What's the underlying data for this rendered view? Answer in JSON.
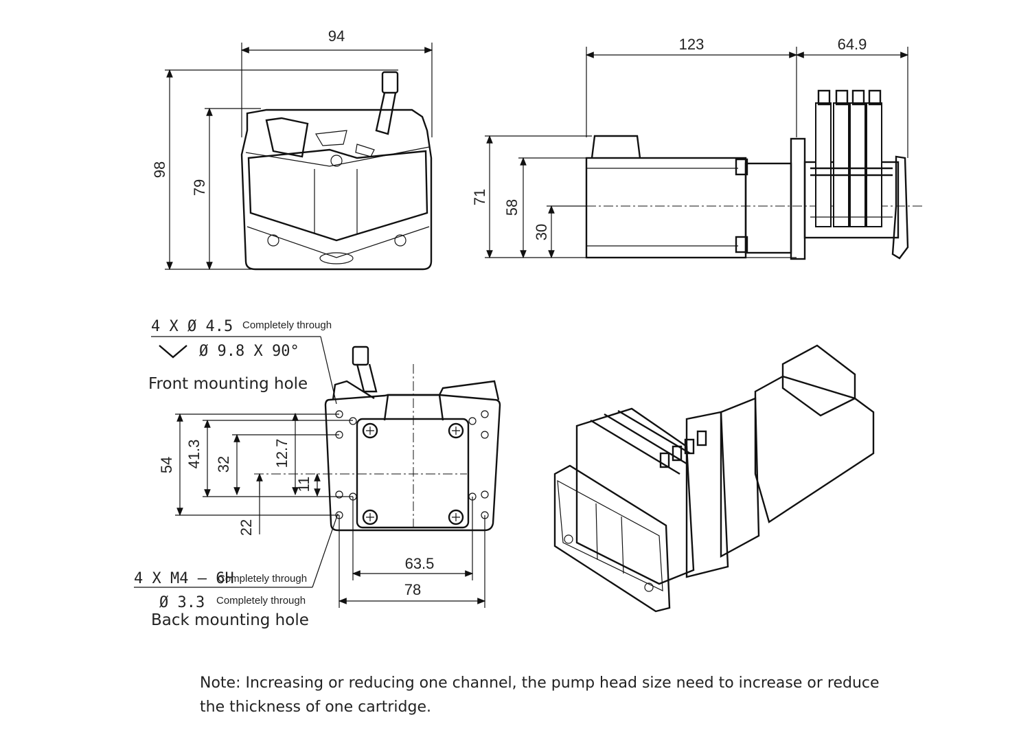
{
  "front_view": {
    "width": "94",
    "height_total": "98",
    "height_body": "79"
  },
  "side_view": {
    "motor_length": "123",
    "head_length": "64.9",
    "height_total": "71",
    "height_mid": "58",
    "height_axis": "30"
  },
  "mounting_view": {
    "front_hole_spec_1": "4 X Ø 4.5",
    "front_hole_spec_1_note": "Completely through",
    "front_hole_spec_2": "Ø 9.8 X 90°",
    "front_hole_label": "Front mounting hole",
    "back_hole_spec_1": "4 X M4 – 6H",
    "back_hole_spec_1_note": "Completely through",
    "back_hole_spec_2": "Ø 3.3",
    "back_hole_spec_2_note": "Completely through",
    "back_hole_label": "Back mounting hole",
    "dims": {
      "d54": "54",
      "d41_3": "41.3",
      "d32": "32",
      "d12_7": "12.7",
      "d11": "11",
      "d22": "22",
      "d63_5": "63.5",
      "d78": "78"
    }
  },
  "note": "Note: Increasing or reducing one channel, the pump head size need to increase or reduce the thickness of one cartridge."
}
